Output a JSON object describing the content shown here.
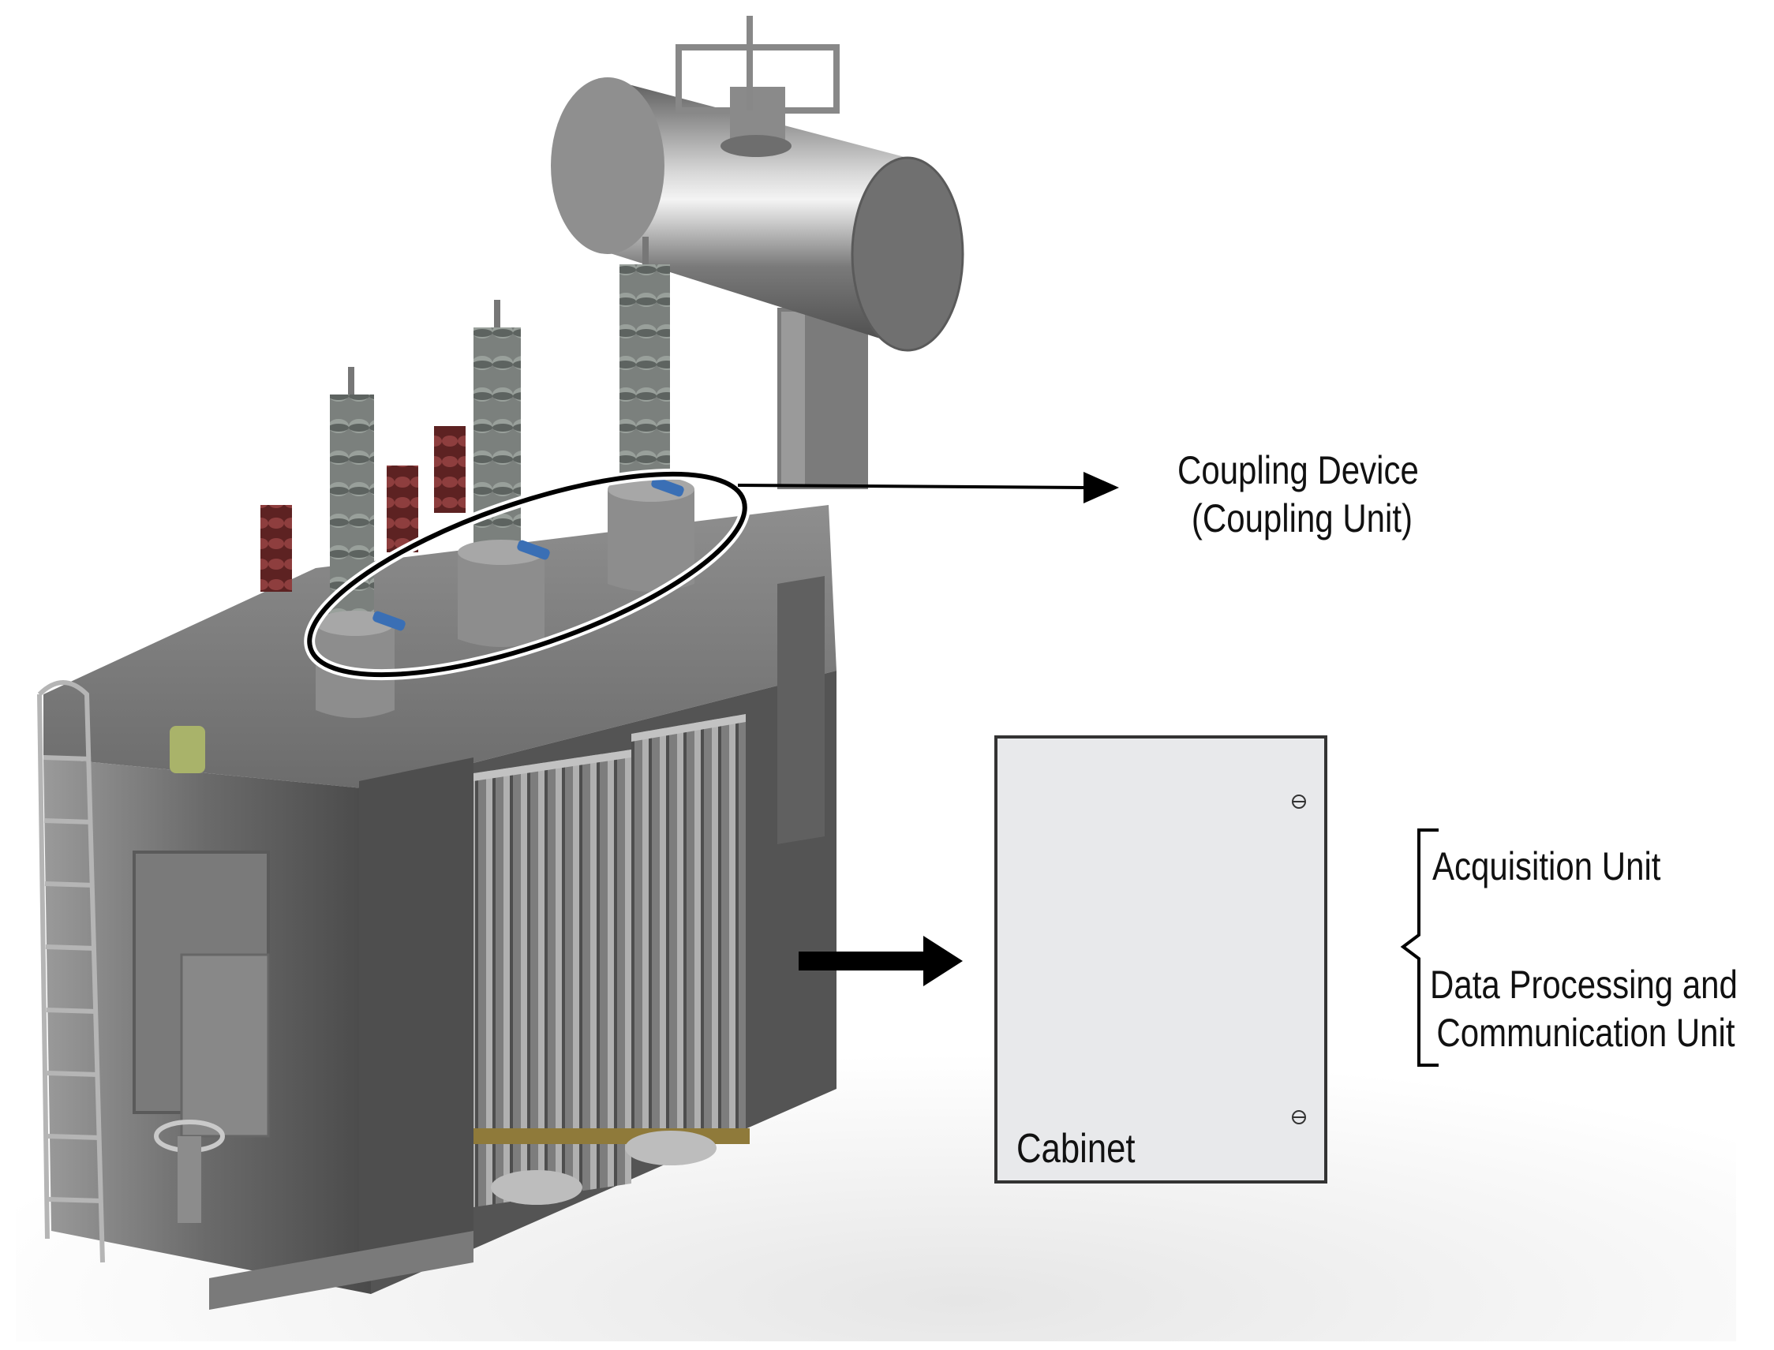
{
  "labels": {
    "coupling_line1": "Coupling Device",
    "coupling_line2": "(Coupling Unit)",
    "cabinet": "Cabinet",
    "acquisition": "Acquisition Unit",
    "data_processing_line1": "Data Processing and",
    "data_processing_line2": "Communication Unit"
  },
  "colors": {
    "tank_gray": "#6e6e6e",
    "insulator_gray": "#7a7f7c",
    "insulator_brown": "#6b2a2a",
    "cabinet_fill": "#e8e9eb",
    "sensor_blue": "#3a6fb5"
  }
}
